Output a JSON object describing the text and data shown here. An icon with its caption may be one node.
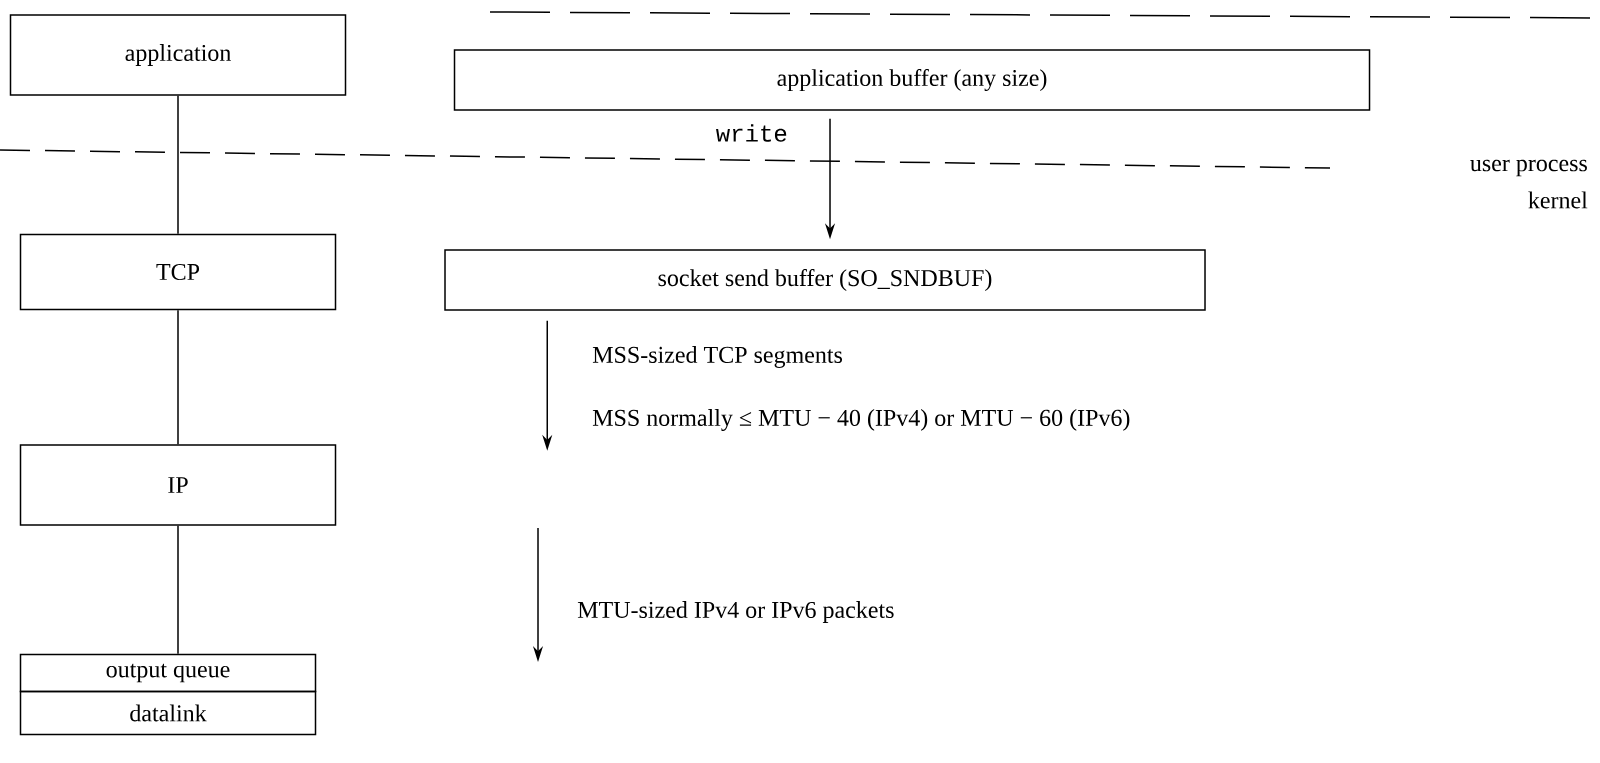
{
  "diagram": {
    "nodes": [
      {
        "text": [
          "application"
        ]
      },
      {
        "text": [
          "application buffer (any size)"
        ]
      },
      {
        "text": [
          "TCP"
        ]
      },
      {
        "text": [
          "socket send buffer (SO_SNDBUF)"
        ]
      },
      {
        "text": [
          "IP"
        ]
      },
      {
        "text": [
          "output queue"
        ]
      },
      {
        "text": [
          "datalink"
        ]
      }
    ],
    "edges": [
      {
        "from": 0,
        "to": 2,
        "arrow": "none"
      },
      {
        "from": 2,
        "to": 4,
        "arrow": "none"
      },
      {
        "from": 4,
        "to": 5,
        "arrow": "none"
      },
      {
        "from": 1,
        "to": 3,
        "arrow": "to",
        "label": "write"
      },
      {
        "from": 3,
        "to": null,
        "arrow": "to",
        "label": "MSS-sized TCP segments"
      }
    ],
    "labels": [
      "user process",
      "kernel",
      "MSS normally ≤ MTU − 40 (IPv4) or MTU − 60 (IPv6)",
      "MTU-sized IPv4 or IPv6 packets"
    ]
  }
}
